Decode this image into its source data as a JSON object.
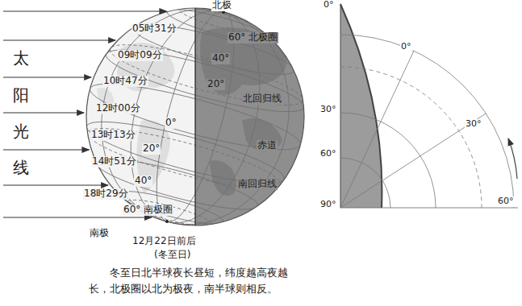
{
  "diagram": {
    "caption": "冬至日北半球夜长昼短，纬度越高夜越长，北极圈以北为极夜，南半球则相反。",
    "labels": [
      "太",
      "阳",
      "光",
      "线",
      "北极",
      "05时31分",
      "60° 北极圈",
      "09时09分",
      "40°",
      "10时47分",
      "20°",
      "北回归线",
      "12时00分",
      "0°",
      "13时13分",
      "赤道",
      "20°",
      "14时51分",
      "40°",
      "南回归线",
      "18时29分",
      "60° 南极圈",
      "南极",
      "12月22日前后",
      "(冬至日)",
      "0°",
      "0°",
      "30°",
      "30°",
      "60°",
      "90°",
      "60°"
    ]
  }
}
